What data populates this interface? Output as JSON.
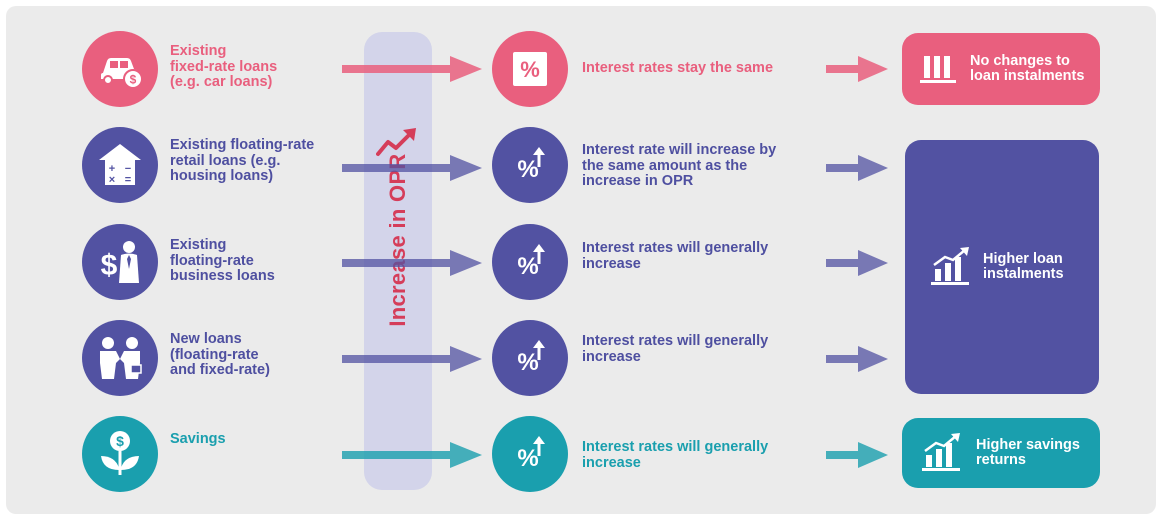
{
  "band": {
    "label": "Increase in OPR"
  },
  "rows": [
    {
      "loan_lines": [
        "Existing",
        "fixed-rate loans",
        "(e.g. car loans)"
      ],
      "effect_lines": [
        "Interest rates stay the same"
      ],
      "loan_icon": "car-dollar-icon",
      "effect_icon": "percent-icon"
    },
    {
      "loan_lines": [
        "Existing floating-rate",
        "retail loans (e.g.",
        "housing loans)"
      ],
      "effect_lines": [
        "Interest rate will increase by",
        "the same amount as the",
        "increase in OPR"
      ],
      "loan_icon": "house-calculator-icon",
      "effect_icon": "percent-up-icon"
    },
    {
      "loan_lines": [
        "Existing",
        "floating-rate",
        "business loans"
      ],
      "effect_lines": [
        "Interest rates will generally",
        "increase"
      ],
      "loan_icon": "businessman-dollar-icon",
      "effect_icon": "percent-up-icon"
    },
    {
      "loan_lines": [
        "New loans",
        "(floating-rate",
        "and fixed-rate)"
      ],
      "effect_lines": [
        "Interest rates will generally",
        "increase"
      ],
      "loan_icon": "handshake-people-icon",
      "effect_icon": "percent-up-icon"
    },
    {
      "loan_lines": [
        "Savings"
      ],
      "effect_lines": [
        "Interest rates will generally",
        "increase"
      ],
      "loan_icon": "money-plant-icon",
      "effect_icon": "percent-up-icon"
    }
  ],
  "results": {
    "no_change": [
      "No changes to",
      "loan instalments"
    ],
    "higher_loan": [
      "Higher loan",
      "instalments"
    ],
    "higher_savings": [
      "Higher savings",
      "returns"
    ]
  },
  "colors": {
    "pink": "#e95f7e",
    "navy": "#5252a2",
    "teal": "#1a9fae",
    "band": "#d3d4ea",
    "opr_text": "#d53d5a",
    "background": "#ebebeb"
  }
}
